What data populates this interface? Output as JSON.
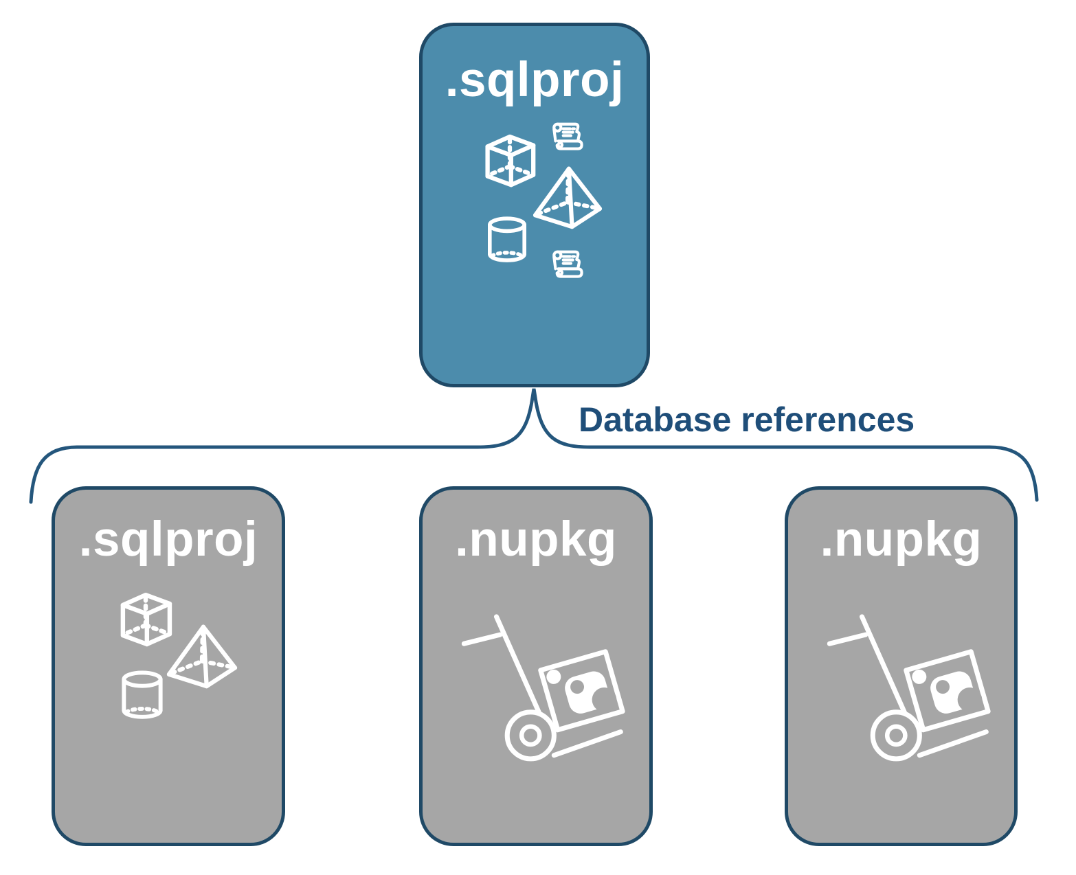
{
  "diagram": {
    "connector": {
      "label": "Database references"
    },
    "root": {
      "label": ".sqlproj",
      "icons": [
        "scroll-icon",
        "cube-icon",
        "pyramid-icon",
        "cylinder-icon",
        "scroll-icon"
      ]
    },
    "children": [
      {
        "label": ".sqlproj",
        "icons": [
          "cube-icon",
          "pyramid-icon",
          "cylinder-icon"
        ]
      },
      {
        "label": ".nupkg",
        "icons": [
          "package-cart-icon"
        ]
      },
      {
        "label": ".nupkg",
        "icons": [
          "package-cart-icon"
        ]
      }
    ],
    "colors": {
      "root_fill": "#4C8CAC",
      "child_fill": "#A6A6A6",
      "node_border": "#1F4966",
      "brace_stroke": "#24567C",
      "connector_text": "#1F4E79",
      "icon_and_title": "#FFFFFF",
      "background": "#FFFFFF"
    }
  }
}
